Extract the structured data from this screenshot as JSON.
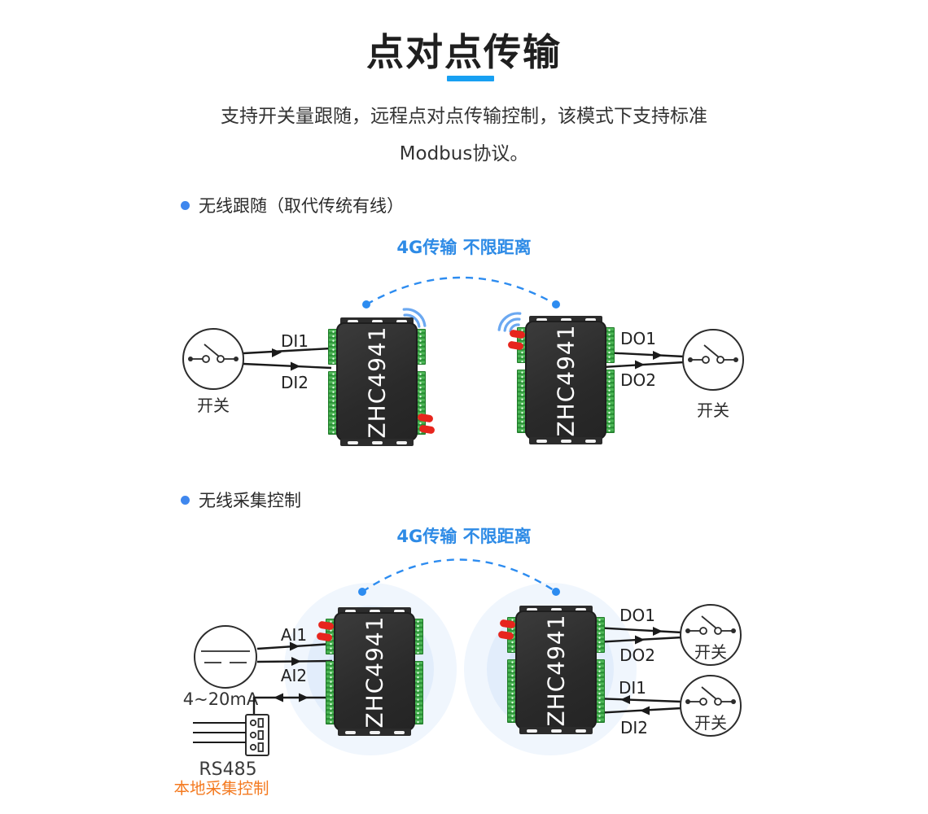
{
  "header": {
    "title": "点对点传输",
    "subtitle1": "支持开关量跟随，远程点对点传输控制，该模式下支持标准",
    "subtitle2": "Modbus协议。"
  },
  "section1": {
    "heading": "无线跟随（取代传统有线）",
    "link_label": "4G传输 不限距离",
    "device_left": "ZHC4941",
    "device_right": "ZHC4941",
    "switch_left": "开关",
    "switch_right": "开关",
    "di1": "DI1",
    "di2": "DI2",
    "do1": "DO1",
    "do2": "DO2"
  },
  "section2": {
    "heading": "无线采集控制",
    "link_label": "4G传输 不限距离",
    "device_left": "ZHC4941",
    "device_right": "ZHC4941",
    "sensor": "4~20mA",
    "rs485": "RS485",
    "local": "本地采集控制",
    "ai1": "AI1",
    "ai2": "AI2",
    "do1": "DO1",
    "do2": "DO2",
    "di1": "DI1",
    "di2": "DI2",
    "switch_top": "开关",
    "switch_bottom": "开关"
  },
  "icons": {
    "bullet": "blue-dot",
    "wireless": "wifi-signal-arcs",
    "link": "dashed-arc-with-end-dots",
    "switch_node": "circuit-switch-symbol",
    "sensor_node": "dc-current-source-symbol",
    "rs485_node": "terminal-connector"
  },
  "colors": {
    "accent_blue": "#2D8CF0",
    "title_underline": "#18A0F2",
    "heading_text": "#1F1F1F",
    "body_text": "#333333",
    "wire_black": "#1A1A1A",
    "orange": "#F47A20",
    "device_black": "#2B2B2B",
    "terminal_green": "#3FAE49",
    "antenna_red": "#E7251D"
  }
}
